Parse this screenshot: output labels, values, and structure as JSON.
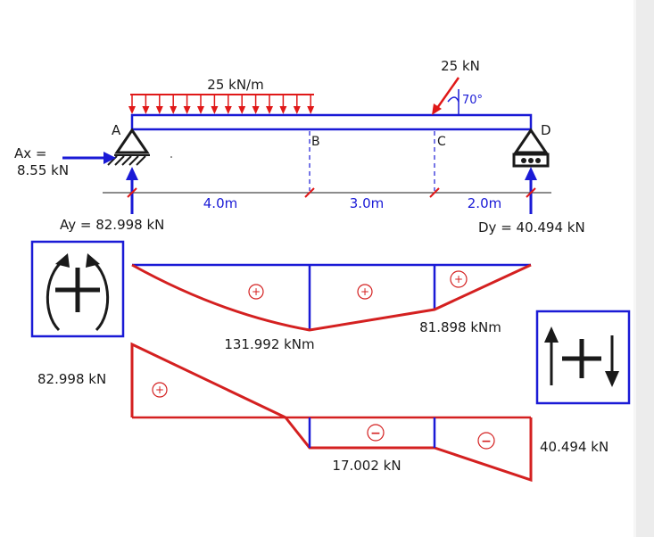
{
  "colors": {
    "beam": "#1a1ad6",
    "load": "#e01818",
    "diagram": "#d42020",
    "text": "#1a1a1a",
    "frame_blue": "#1a1ad6",
    "background": "#ffffff"
  },
  "loads": {
    "udl_label": "25 kN/m",
    "point_label": "25 kN",
    "angle_label": "70°"
  },
  "points": {
    "a": "A",
    "b": "B",
    "c": "C",
    "d": "D"
  },
  "reactions": {
    "ax_line1": "Ax =",
    "ax_line2": "8.55 kN",
    "ay": "Ay = 82.998 kN",
    "dy": "Dy = 40.494 kN"
  },
  "spans": {
    "ab": "4.0m",
    "bc": "3.0m",
    "cd": "2.0m"
  },
  "moment_diagram": {
    "max_label": "131.992 kNm",
    "c_label": "81.898 kNm",
    "sign": "+"
  },
  "shear_diagram": {
    "left_label": "82.998 kN",
    "mid_label": "17.002 kN",
    "right_label": "40.494 kN",
    "pos_sign": "+",
    "neg_sign": "−"
  },
  "legend": {
    "moment_sign_icon": "moment-sign-convention-icon",
    "shear_sign_icon": "shear-sign-convention-icon"
  }
}
